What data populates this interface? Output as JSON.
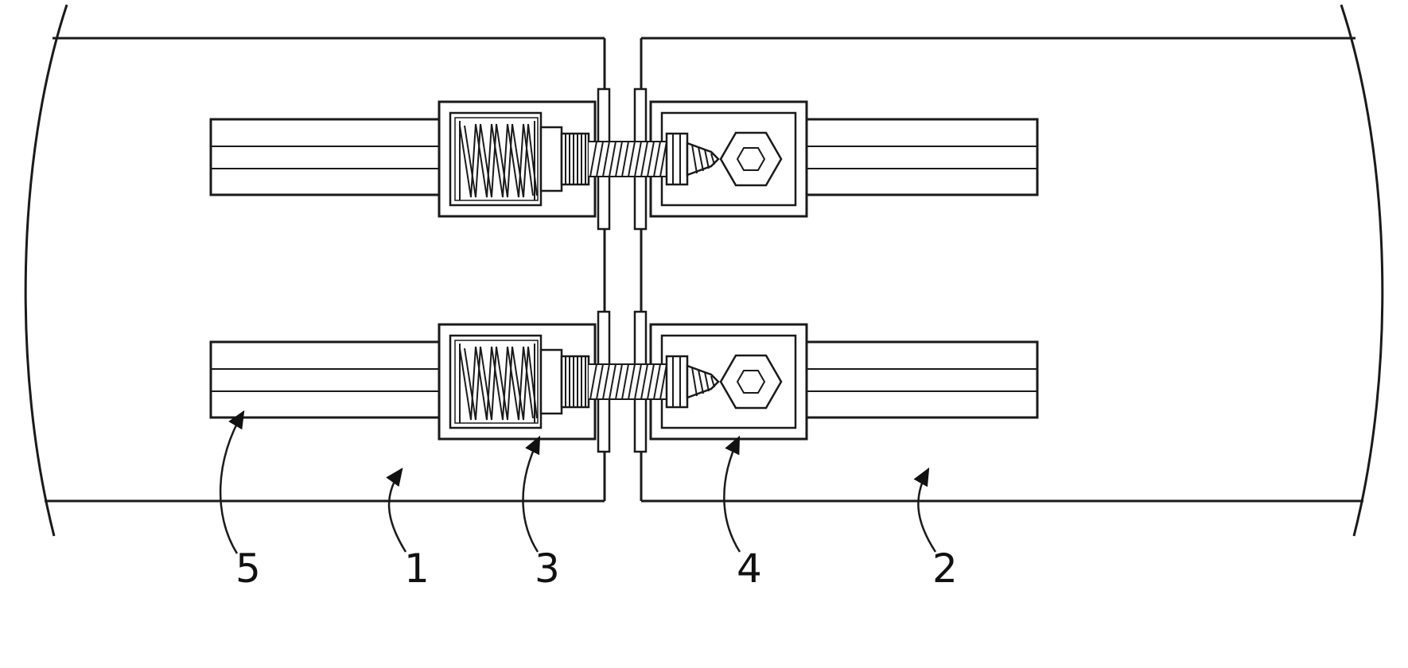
{
  "diagram": {
    "background": "#ffffff",
    "line_color": "#1a1a1a",
    "labels": [
      {
        "text": "5",
        "part": "left-guide-rail"
      },
      {
        "text": "1",
        "part": "left-panel"
      },
      {
        "text": "3",
        "part": "spring-housing"
      },
      {
        "text": "4",
        "part": "bolt-nut-housing"
      },
      {
        "text": "2",
        "part": "right-panel"
      }
    ],
    "parts": {
      "left_panel": "panel with break-line edge (1)",
      "right_panel": "panel with break-line edge (2)",
      "spring_housing": "spring-loaded connector housing (3)",
      "bolt_housing": "housing with hex nut and threaded bolt tip (4)",
      "guide_rail": "horizontal guide rail (5)"
    }
  }
}
